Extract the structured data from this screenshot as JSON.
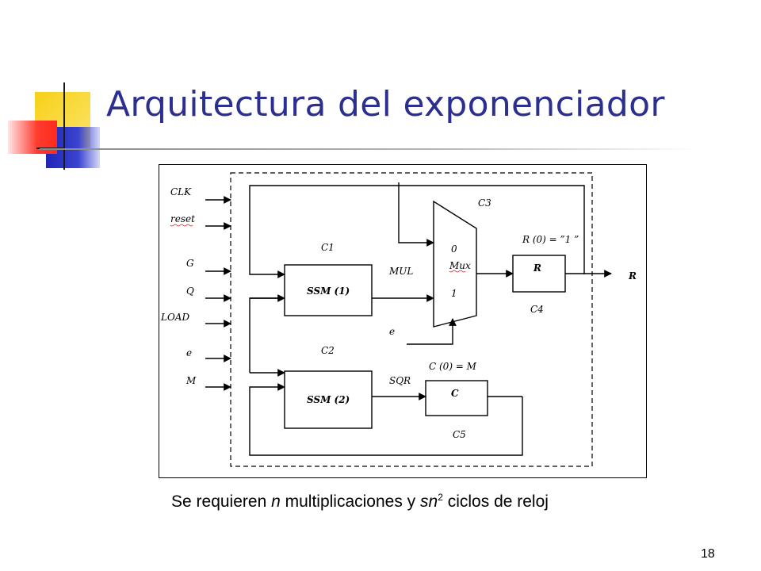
{
  "slide": {
    "title": "Arquitectura del exponenciador",
    "number": "18"
  },
  "caption": {
    "part1": "Se requieren ",
    "n": "n",
    "part2": " multiplicaciones y ",
    "sn": "sn",
    "exp": "2",
    "part3": " ciclos de reloj"
  },
  "diagram": {
    "inputs": [
      "CLK",
      "reset",
      "G",
      "Q",
      "LOAD",
      "e",
      "M"
    ],
    "blocks": {
      "ssm1": "SSM (1)",
      "ssm2": "SSM (2)",
      "reg_r": "R",
      "reg_c": "C"
    },
    "labels": {
      "c1": "C1",
      "c2": "C2",
      "c3": "C3",
      "c4": "C4",
      "c5": "C5",
      "mul": "MUL",
      "sqr": "SQR",
      "mux": "Mux",
      "mux_in0": "0",
      "mux_in1": "1",
      "select": "e",
      "r_init": "R (0) = ”1 ”",
      "c_init": "C (0) = M",
      "output": "R"
    }
  },
  "colors": {
    "title": "#2b2f8f",
    "deco_yellow": "#f9d21a",
    "deco_blue": "#2e35c0",
    "deco_red": "#ff3a2e"
  }
}
